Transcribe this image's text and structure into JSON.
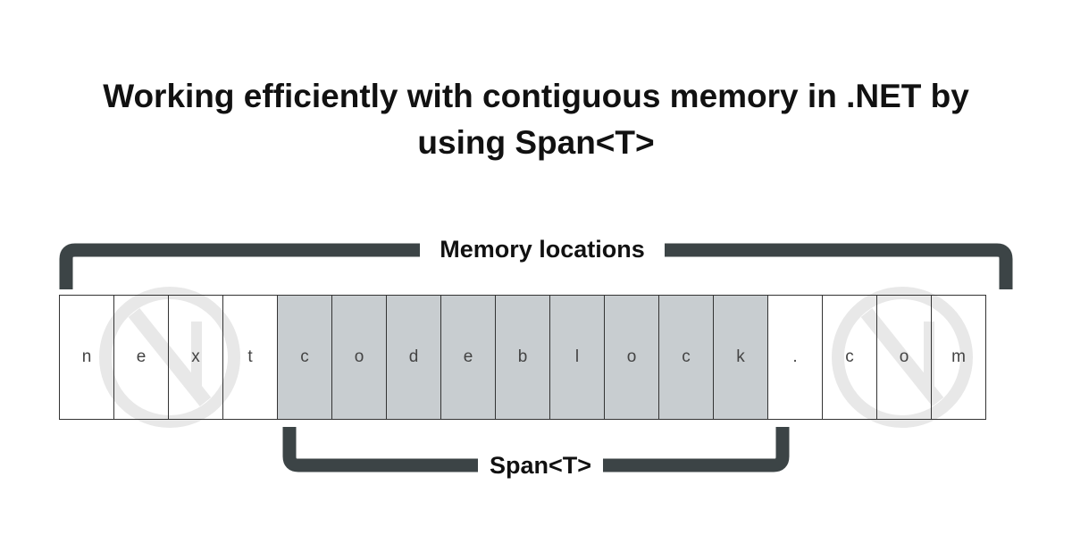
{
  "title": {
    "line1": "Working efficiently with contiguous memory in .NET by",
    "line2": "using Span<T>"
  },
  "memory_label": "Memory locations",
  "span_label": "Span<T>",
  "cells": [
    "n",
    "e",
    "x",
    "t",
    "c",
    "o",
    "d",
    "e",
    "b",
    "l",
    "o",
    "c",
    "k",
    ".",
    "c",
    "o",
    "m"
  ],
  "span_range": [
    4,
    12
  ],
  "colors": {
    "bracket": "#3c4446",
    "span_fill": "#c8cdd0",
    "watermark": "#e6e6e6"
  }
}
